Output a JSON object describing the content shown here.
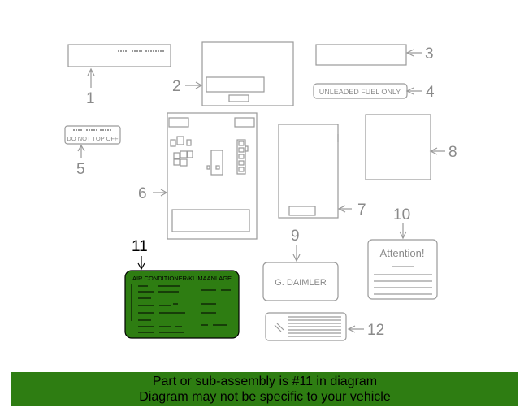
{
  "diagram": {
    "callouts": [
      "1",
      "2",
      "3",
      "4",
      "5",
      "6",
      "7",
      "8",
      "9",
      "10",
      "11",
      "12"
    ],
    "highlighted_callout": "11",
    "label_4_text": "UNLEADED FUEL ONLY",
    "label_5_text": "DO NOT TOP OFF",
    "label_9_text": "G. DAIMLER",
    "label_10_text": "Attention!",
    "label_11_title": "AIR CONDITIONER/KLIMAANLAGE"
  },
  "banner": {
    "line1": "Part or sub-assembly is #11 in diagram",
    "line2": "Diagram may not be specific to your vehicle"
  },
  "colors": {
    "line_gray": "#9a9a9a",
    "highlight_green": "#2e7d12",
    "highlight_text": "#000000"
  }
}
